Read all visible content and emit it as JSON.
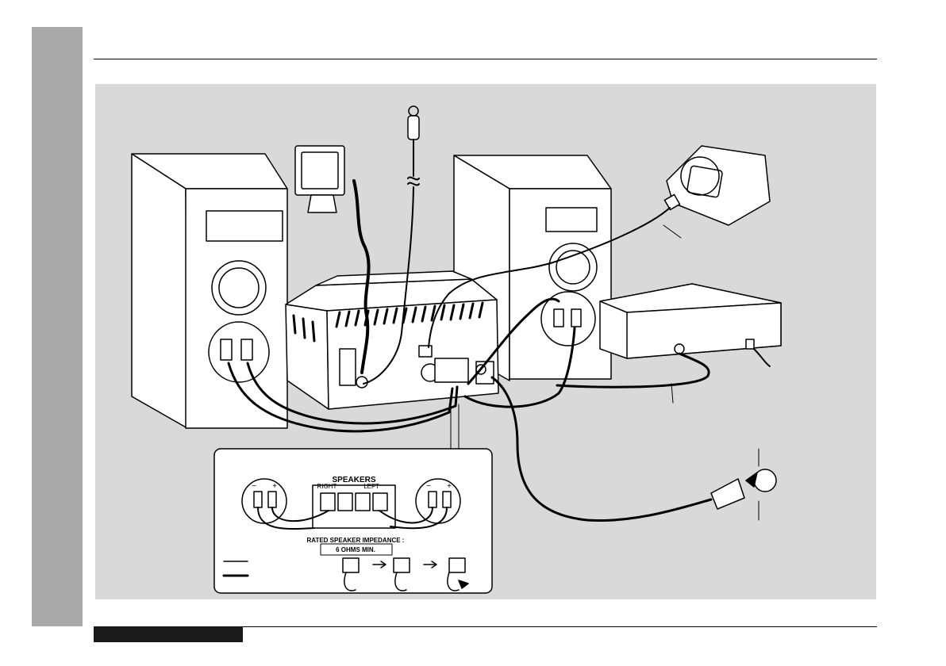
{
  "inset": {
    "speakers_title": "SPEAKERS",
    "right_label": "RIGHT",
    "left_label": "LEFT",
    "plus": "+",
    "minus": "−",
    "impedance_line1": "RATED SPEAKER IMPEDANCE :",
    "impedance_line2": "6 OHMS MIN."
  },
  "colors": {
    "side_tab": "#a9a9a9",
    "panel": "#d9d9d9",
    "ink": "#000000",
    "bottom_bar": "#1a1a1a"
  }
}
